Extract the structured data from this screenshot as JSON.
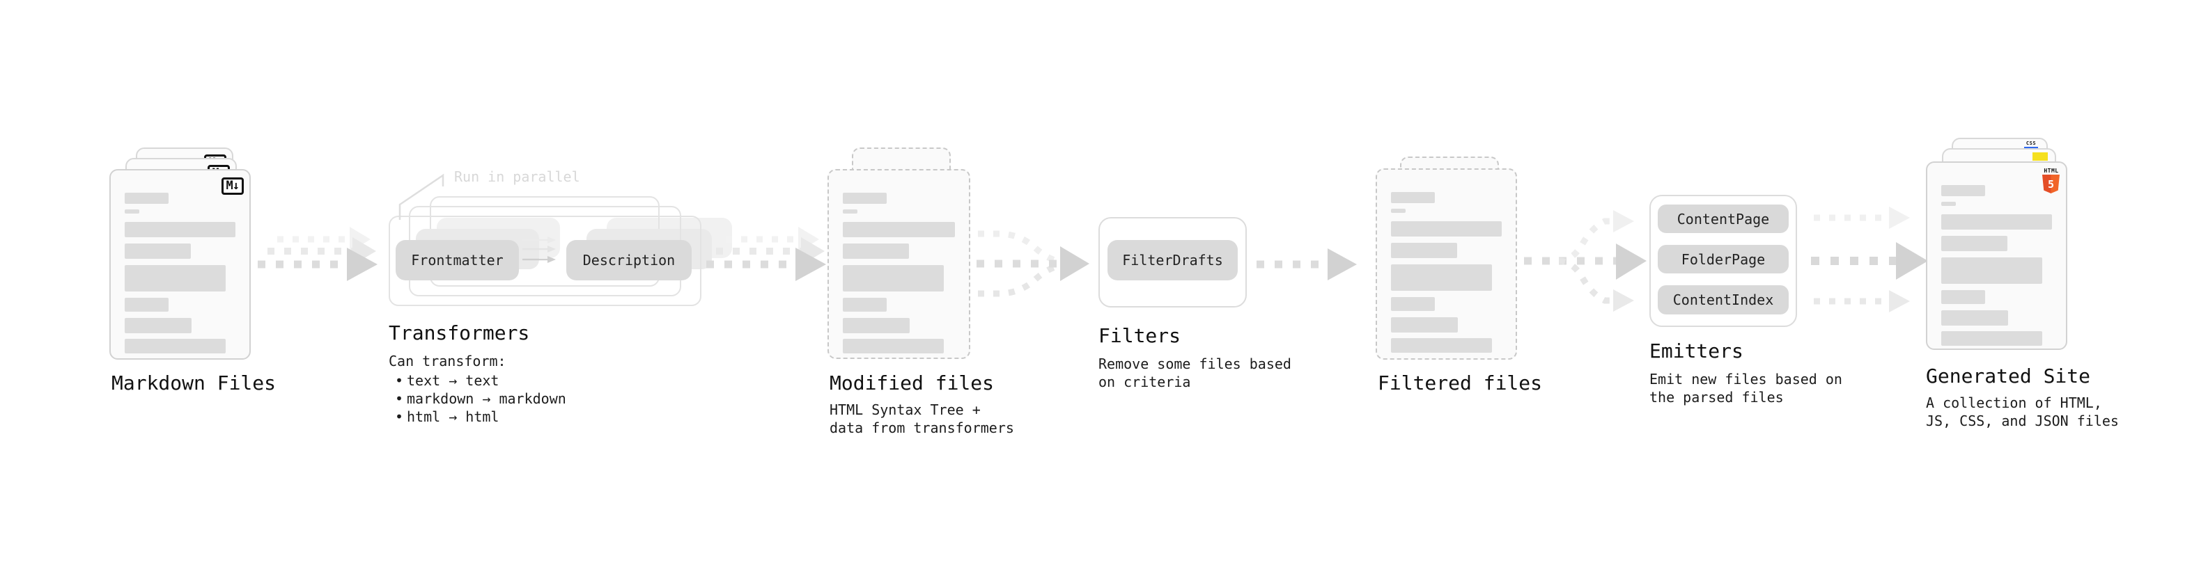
{
  "stages": {
    "markdown_files": {
      "label": "Markdown Files",
      "badge": "M↓"
    },
    "transformers": {
      "label": "Transformers",
      "annotation": "Run in parallel",
      "pill_a": "Frontmatter",
      "pill_b": "Description",
      "caption_title": "Can transform:",
      "bullet_char": "•",
      "bullets": [
        "text → text",
        "markdown → markdown",
        "html → html"
      ]
    },
    "modified_files": {
      "label": "Modified files",
      "caption": "HTML Syntax Tree +\ndata from transformers"
    },
    "filters": {
      "label": "Filters",
      "pill": "FilterDrafts",
      "caption": "Remove some files based\non criteria"
    },
    "filtered_files": {
      "label": "Filtered files"
    },
    "emitters": {
      "label": "Emitters",
      "pills": [
        "ContentPage",
        "FolderPage",
        "ContentIndex"
      ],
      "caption": "Emit new files based on\nthe parsed files"
    },
    "generated_site": {
      "label": "Generated Site",
      "caption": "A collection of HTML,\nJS, CSS, and JSON files",
      "badge_css": "CSS",
      "badge_html_top": "HTML",
      "badge_html_number": "5"
    }
  },
  "colors": {
    "html5_orange_left": "#e44d26",
    "html5_orange_right": "#f16529",
    "js_yellow": "#f5e01e",
    "css_blue": "#2d68f0"
  }
}
